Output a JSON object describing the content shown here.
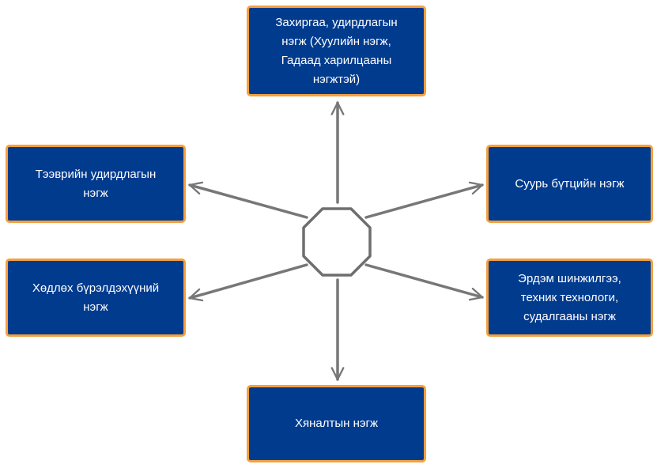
{
  "diagram": {
    "center": {
      "shape": "octagon"
    },
    "nodes": {
      "top": "Захиргаа, удирдлагын нэгж (Хуулийн нэгж, Гадаад харилцааны нэгжтэй)",
      "left_upper": "Тээврийн удирдлагын нэгж",
      "left_lower": "Хөдлөх бүрэлдэхүүний нэгж",
      "right_upper": "Суурь бүтцийн нэгж",
      "right_lower": "Эрдэм шинжилгээ, техник технологи, судалгааны нэгж",
      "bottom": "Хяналтын нэгж"
    },
    "colors": {
      "box_fill": "#003b8e",
      "box_border": "#f5a040",
      "arrow": "#777777"
    }
  }
}
